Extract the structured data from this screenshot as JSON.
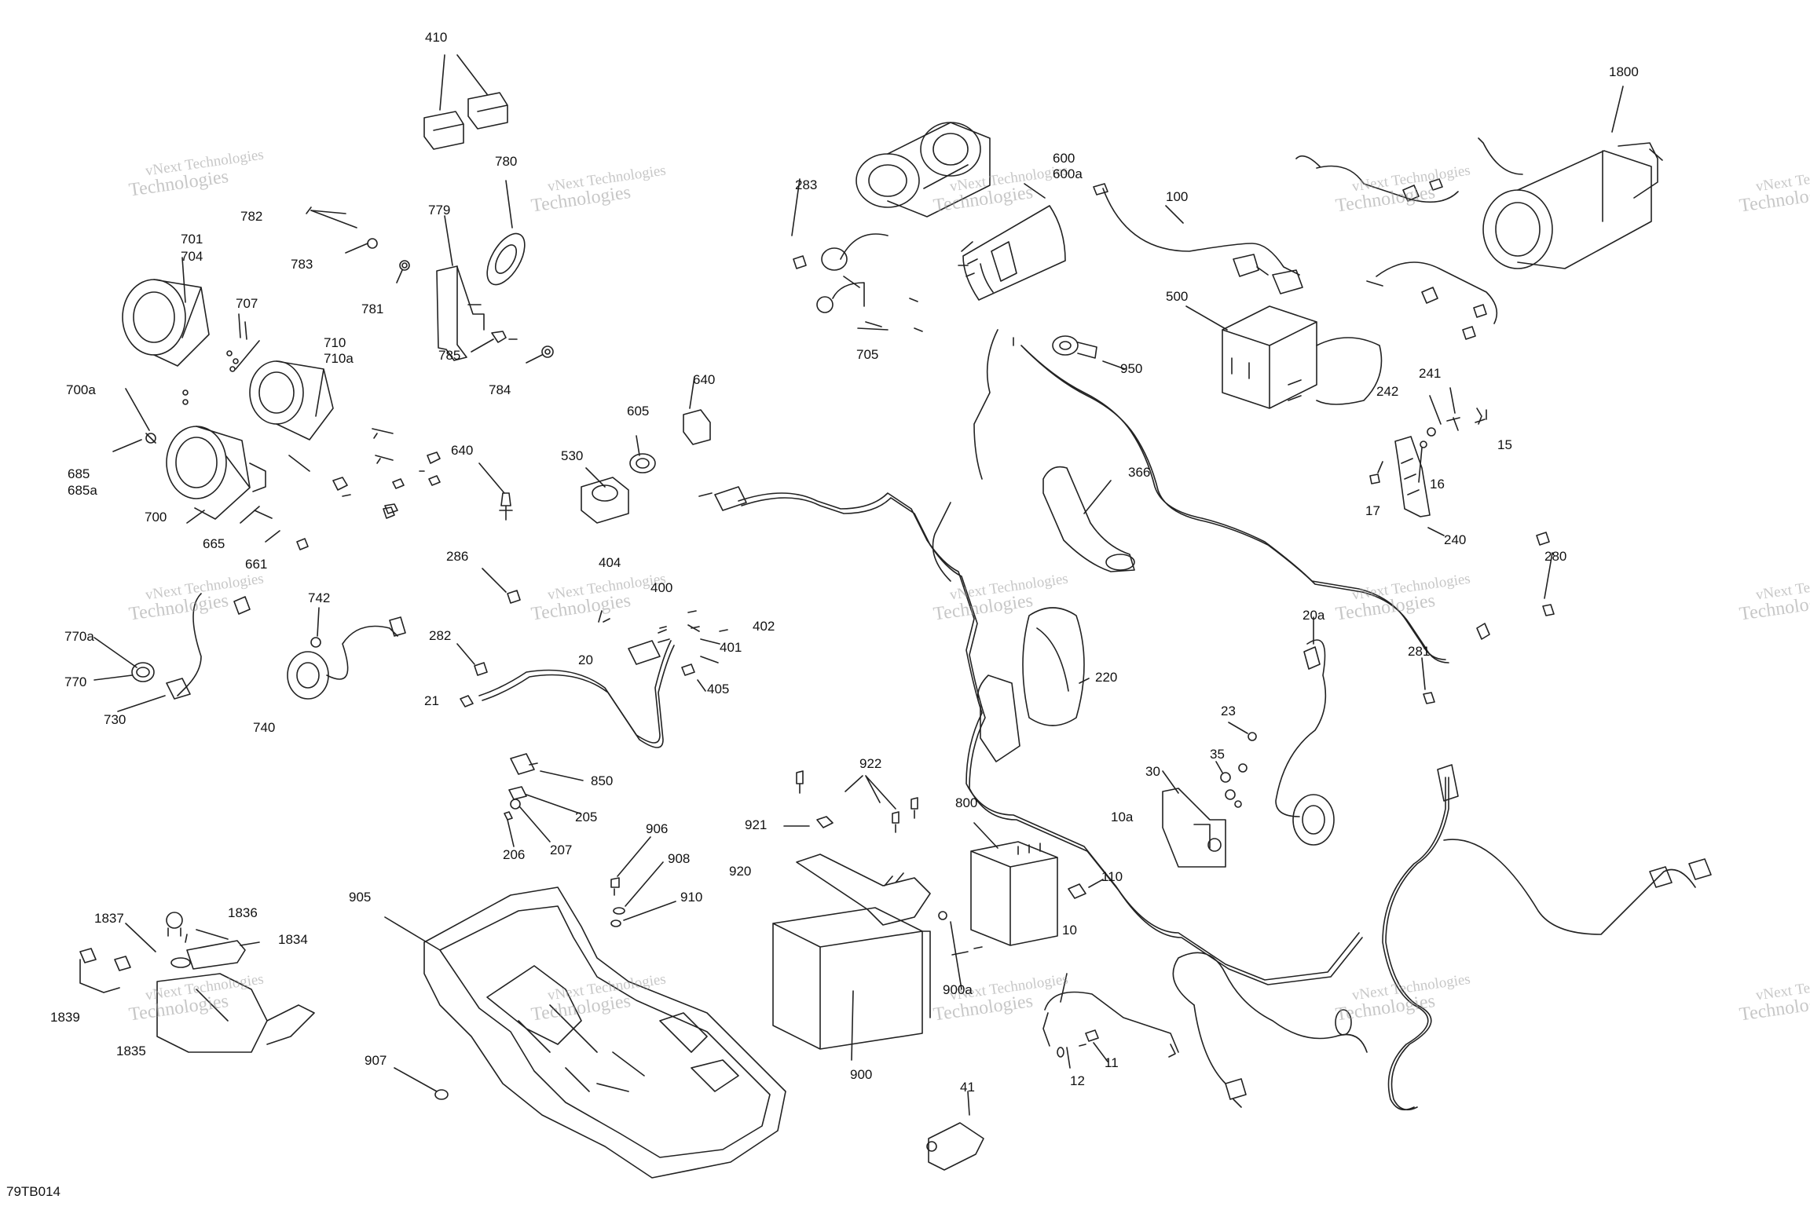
{
  "diagram_code": "79TB014",
  "watermark": {
    "line1": "vNext Technologies",
    "line2": "Technologies"
  },
  "callouts": {
    "c410": "410",
    "c780": "780",
    "c779": "779",
    "c782": "782",
    "c783": "783",
    "c781": "781",
    "c785": "785",
    "c784": "784",
    "c701": "701",
    "c704": "704",
    "c707": "707",
    "c710": "710",
    "c710a": "710a",
    "c700a": "700a",
    "c685": "685",
    "c685a": "685a",
    "c700": "700",
    "c665": "665",
    "c661": "661",
    "c640a": "640",
    "c640b": "640",
    "c605": "605",
    "c530": "530",
    "c283": "283",
    "c600": "600",
    "c600a": "600a",
    "c100": "100",
    "c705": "705",
    "c950": "950",
    "c500": "500",
    "c1800": "1800",
    "c241": "241",
    "c242": "242",
    "c15": "15",
    "c16": "16",
    "c17": "17",
    "c240": "240",
    "c366": "366",
    "c280": "280",
    "c286": "286",
    "c404": "404",
    "c400": "400",
    "c402": "402",
    "c401": "401",
    "c405": "405",
    "c742": "742",
    "c770a": "770a",
    "c770": "770",
    "c730": "730",
    "c740": "740",
    "c282": "282",
    "c20": "20",
    "c21": "21",
    "c850": "850",
    "c205": "205",
    "c206": "206",
    "c207": "207",
    "c220": "220",
    "c20a": "20a",
    "c281": "281",
    "c23": "23",
    "c35": "35",
    "c30": "30",
    "c922": "922",
    "c921": "921",
    "c800": "800",
    "c10a": "10a",
    "c906": "906",
    "c908": "908",
    "c910": "910",
    "c920": "920",
    "c110": "110",
    "c1837": "1837",
    "c1836": "1836",
    "c1834": "1834",
    "c1839": "1839",
    "c1835": "1835",
    "c905": "905",
    "c907": "907",
    "c900a": "900a",
    "c900": "900",
    "c10": "10",
    "c11": "11",
    "c12": "12",
    "c41": "41"
  }
}
